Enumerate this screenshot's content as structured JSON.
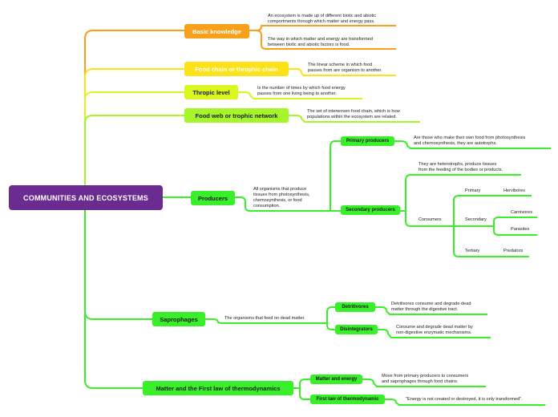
{
  "root": {
    "label": "COMMUNITIES AND ECOSYSTEMS"
  },
  "topics": {
    "basic": {
      "label": "Basic knowledge",
      "notes": [
        "An ecosystem is made up of different biotic and abiotic\ncomportments through which matter and energy pass.",
        "The way in which matter and energy are transformed\nbetween biotic and abiotic factors is food."
      ]
    },
    "food_chain": {
      "label": "Food chain or throphic chain",
      "note": "The linear scheme in which food\npasses from are organism to another."
    },
    "thropic": {
      "label": "Thropic level",
      "note": "Is the number of times by which food energy\npasses from one living being to another."
    },
    "food_web": {
      "label": "Food web or trophic network",
      "note": "The set of interwoven food chain, which is how\npopulations within the ecosystem are related."
    },
    "producers": {
      "label": "Producers",
      "note": "All organisms that produce\ntissues from photosynthesis,\nchemosynthesis, or food\nconsumption.",
      "primary": {
        "label": "Primary producers",
        "note": "Are those who make their own food from photosynthesis\nand chemosynthesis, they are autotrophs."
      },
      "secondary": {
        "label": "Secondary producers",
        "note": "They are heterotrophs, produce tissues\nfrom the feeding of the bodies or products.",
        "consumers": "Consumers",
        "levels": [
          {
            "label": "Primary",
            "leaves": [
              "Hervibores"
            ]
          },
          {
            "label": "Secondary",
            "leaves": [
              "Carnivores",
              "Parasites"
            ]
          },
          {
            "label": "Tertiary",
            "leaves": [
              "Predators"
            ]
          }
        ]
      }
    },
    "saprophages": {
      "label": "Saprophages",
      "note": "The organisms that feed on dead matter.",
      "detritivores": {
        "label": "Detritivores",
        "note": "Detritivores consume and degrade dead\nmatter through the digestive tract."
      },
      "disintegrators": {
        "label": "Disintegrators",
        "note": "Consume and degrade dead matter by\nnon-digestive enzymatic mechanisms."
      }
    },
    "thermo": {
      "label": "Matter and the First law of thermodynamics",
      "matter_energy": {
        "label": "Matter and energy",
        "note": "Move from primary producers to consumers\nand saprophages through food chains."
      },
      "first_law": {
        "label": "First law of thermodynamic",
        "note": "\"Energy is not created or destroyed, it is only transformed\"."
      }
    }
  },
  "colors": {
    "root": "#6a2c91",
    "orange": "#f7a01c",
    "yellow": "#fde21a",
    "yellow_green": "#d9f71e",
    "lime": "#a6f52a",
    "green": "#39ef2a"
  }
}
